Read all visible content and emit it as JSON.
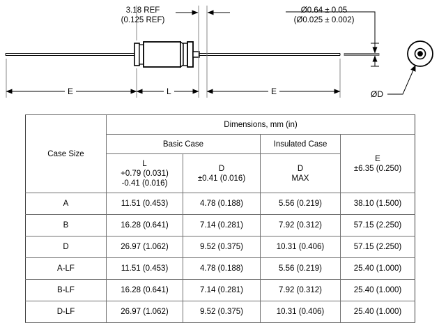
{
  "drawing": {
    "annotations": [
      {
        "name": "ref-length-callout",
        "line1": "3.18 REF",
        "line2": "(0.125 REF)"
      },
      {
        "name": "wire-diameter-callout",
        "line1": "Ø0.64 ± 0.05",
        "line2": "(Ø0.025 ± 0.002)"
      }
    ],
    "dimension_labels": {
      "lead_left": "E",
      "body_length": "L",
      "lead_right": "E",
      "body_diameter": "ØD"
    }
  },
  "table": {
    "title": "Dimensions, mm (in)",
    "groups": {
      "basic_case": "Basic Case",
      "insulated_case": "Insulated Case"
    },
    "columns": {
      "case_size": "Case Size",
      "basic_l_name": "L",
      "basic_l_tol_plus": "+0.79 (0.031)",
      "basic_l_tol_minus": "-0.41 (0.016)",
      "basic_d_name": "D",
      "basic_d_tol": "±0.41 (0.016)",
      "ins_d_name": "D",
      "ins_d_qual": "MAX",
      "e_name": "E",
      "e_tol": "±6.35 (0.250)"
    },
    "rows": [
      {
        "case_size": "A",
        "basic_l": "11.51 (0.453)",
        "basic_d": "4.78 (0.188)",
        "ins_d": "5.56 (0.219)",
        "e": "38.10 (1.500)"
      },
      {
        "case_size": "B",
        "basic_l": "16.28 (0.641)",
        "basic_d": "7.14 (0.281)",
        "ins_d": "7.92 (0.312)",
        "e": "57.15 (2.250)"
      },
      {
        "case_size": "D",
        "basic_l": "26.97 (1.062)",
        "basic_d": "9.52 (0.375)",
        "ins_d": "10.31 (0.406)",
        "e": "57.15 (2.250)"
      },
      {
        "case_size": "A-LF",
        "basic_l": "11.51 (0.453)",
        "basic_d": "4.78 (0.188)",
        "ins_d": "5.56 (0.219)",
        "e": "25.40 (1.000)"
      },
      {
        "case_size": "B-LF",
        "basic_l": "16.28 (0.641)",
        "basic_d": "7.14 (0.281)",
        "ins_d": "7.92 (0.312)",
        "e": "25.40 (1.000)"
      },
      {
        "case_size": "D-LF",
        "basic_l": "26.97 (1.062)",
        "basic_d": "9.52 (0.375)",
        "ins_d": "10.31 (0.406)",
        "e": "25.40 (1.000)"
      }
    ]
  },
  "colors": {
    "line": "#000000",
    "table_border": "#6f6f6f",
    "body_fill": "#ffffff"
  }
}
